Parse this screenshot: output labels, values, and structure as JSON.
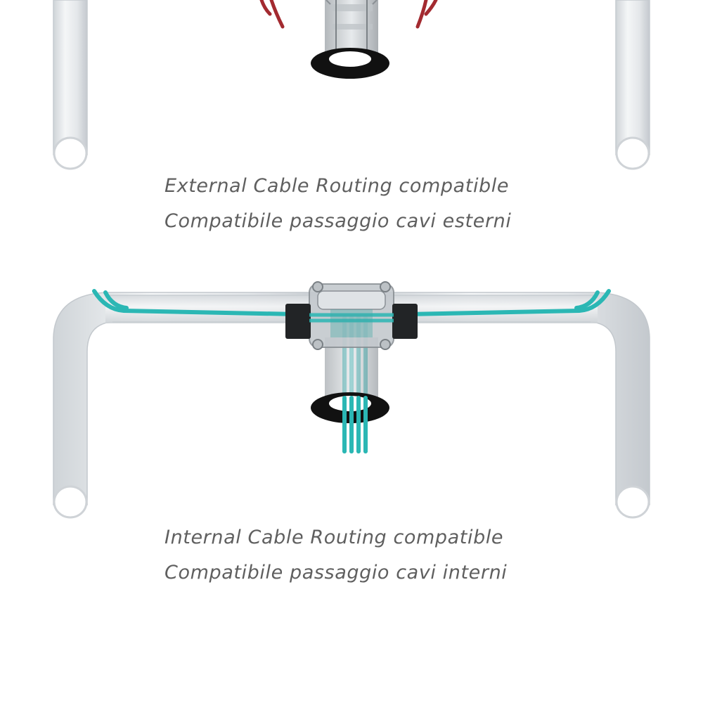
{
  "captions": {
    "external_en": "External Cable Routing compatible",
    "external_it": "Compatibile passaggio cavi esterni",
    "internal_en": "Internal Cable Routing compatible",
    "internal_it": "Compatibile passaggio cavi interni"
  },
  "colors": {
    "external_cable": "#a32a30",
    "internal_cable": "#2bb7b4",
    "bar_body": "#e8ebee",
    "bar_edge": "#c9ced3",
    "spacer": "#111111"
  }
}
